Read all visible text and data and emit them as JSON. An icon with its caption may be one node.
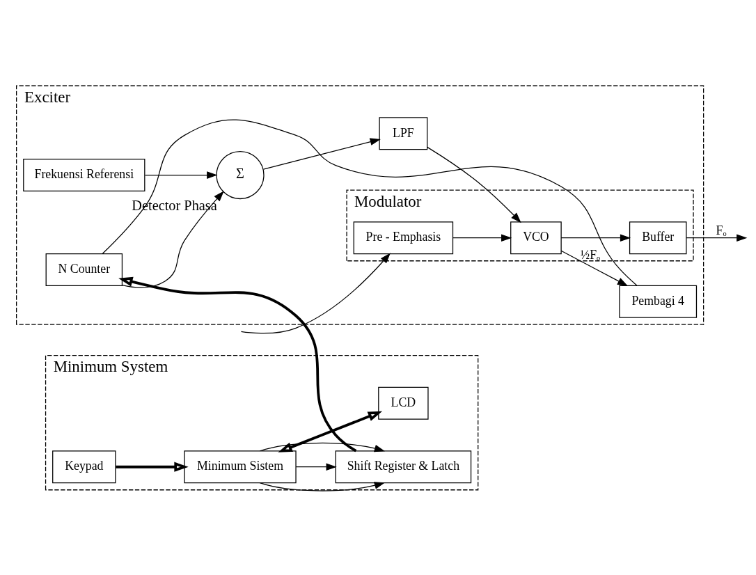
{
  "diagram": {
    "nodes": [
      {
        "text": [
          "Exciter"
        ]
      },
      {
        "text": [
          "Modulator"
        ],
        "in": 0
      },
      {
        "text": [
          "Pre - Emphasis"
        ],
        "in": 1
      },
      {
        "text": [
          "Frekuensi Referensi"
        ],
        "in": 0
      },
      {
        "text": [
          "Σ"
        ],
        "beside": [
          "Detector Phasa"
        ],
        "in": 0
      },
      {
        "text": [
          "LPF"
        ],
        "in": 0
      },
      {
        "text": [
          "VCO"
        ],
        "in": 1
      },
      {
        "text": [
          "Buffer"
        ],
        "in": 1
      },
      {
        "text": [
          "N Counter"
        ],
        "in": 0
      },
      {
        "text": [
          "Pembagi 4"
        ],
        "in": 0
      },
      {
        "text": [
          "Minimum System"
        ]
      },
      {
        "text": [
          "Shift Register & Latch"
        ],
        "in": 10
      },
      {
        "text": [
          "Keypad"
        ],
        "in": 10
      },
      {
        "text": [
          "Minimum Sistem"
        ],
        "in": 10
      },
      {
        "text": [
          "LCD"
        ],
        "in": 10
      }
    ],
    "edges": [
      {
        "from": null,
        "to": 2,
        "arrow": "to"
      },
      {
        "from": 2,
        "to": 6,
        "arrow": "to"
      },
      {
        "from": 3,
        "to": 4,
        "arrow": "to"
      },
      {
        "from": 4,
        "to": 5,
        "arrow": "to"
      },
      {
        "from": 5,
        "to": 6,
        "arrow": "to"
      },
      {
        "from": 6,
        "to": 7,
        "arrow": "to"
      },
      {
        "from": 7,
        "to": null,
        "arrow": "to",
        "label": "Fₒ"
      },
      {
        "from": 6,
        "to": 9,
        "arrow": "to",
        "label": "½Fₒ"
      },
      {
        "from": 9,
        "to": 8,
        "arrow": "none"
      },
      {
        "from": 8,
        "to": 4,
        "arrow": "to"
      },
      {
        "from": 11,
        "to": 8,
        "arrow": "to",
        "style": "thick"
      },
      {
        "from": 13,
        "to": 11,
        "arrow": "to"
      },
      {
        "from": 13,
        "to": 11,
        "arrow": "to"
      },
      {
        "from": 13,
        "to": 11,
        "arrow": "to"
      },
      {
        "from": 12,
        "to": 13,
        "arrow": "to",
        "style": "thick"
      },
      {
        "from": 13,
        "to": 14,
        "arrow": "both",
        "style": "thick"
      }
    ]
  }
}
